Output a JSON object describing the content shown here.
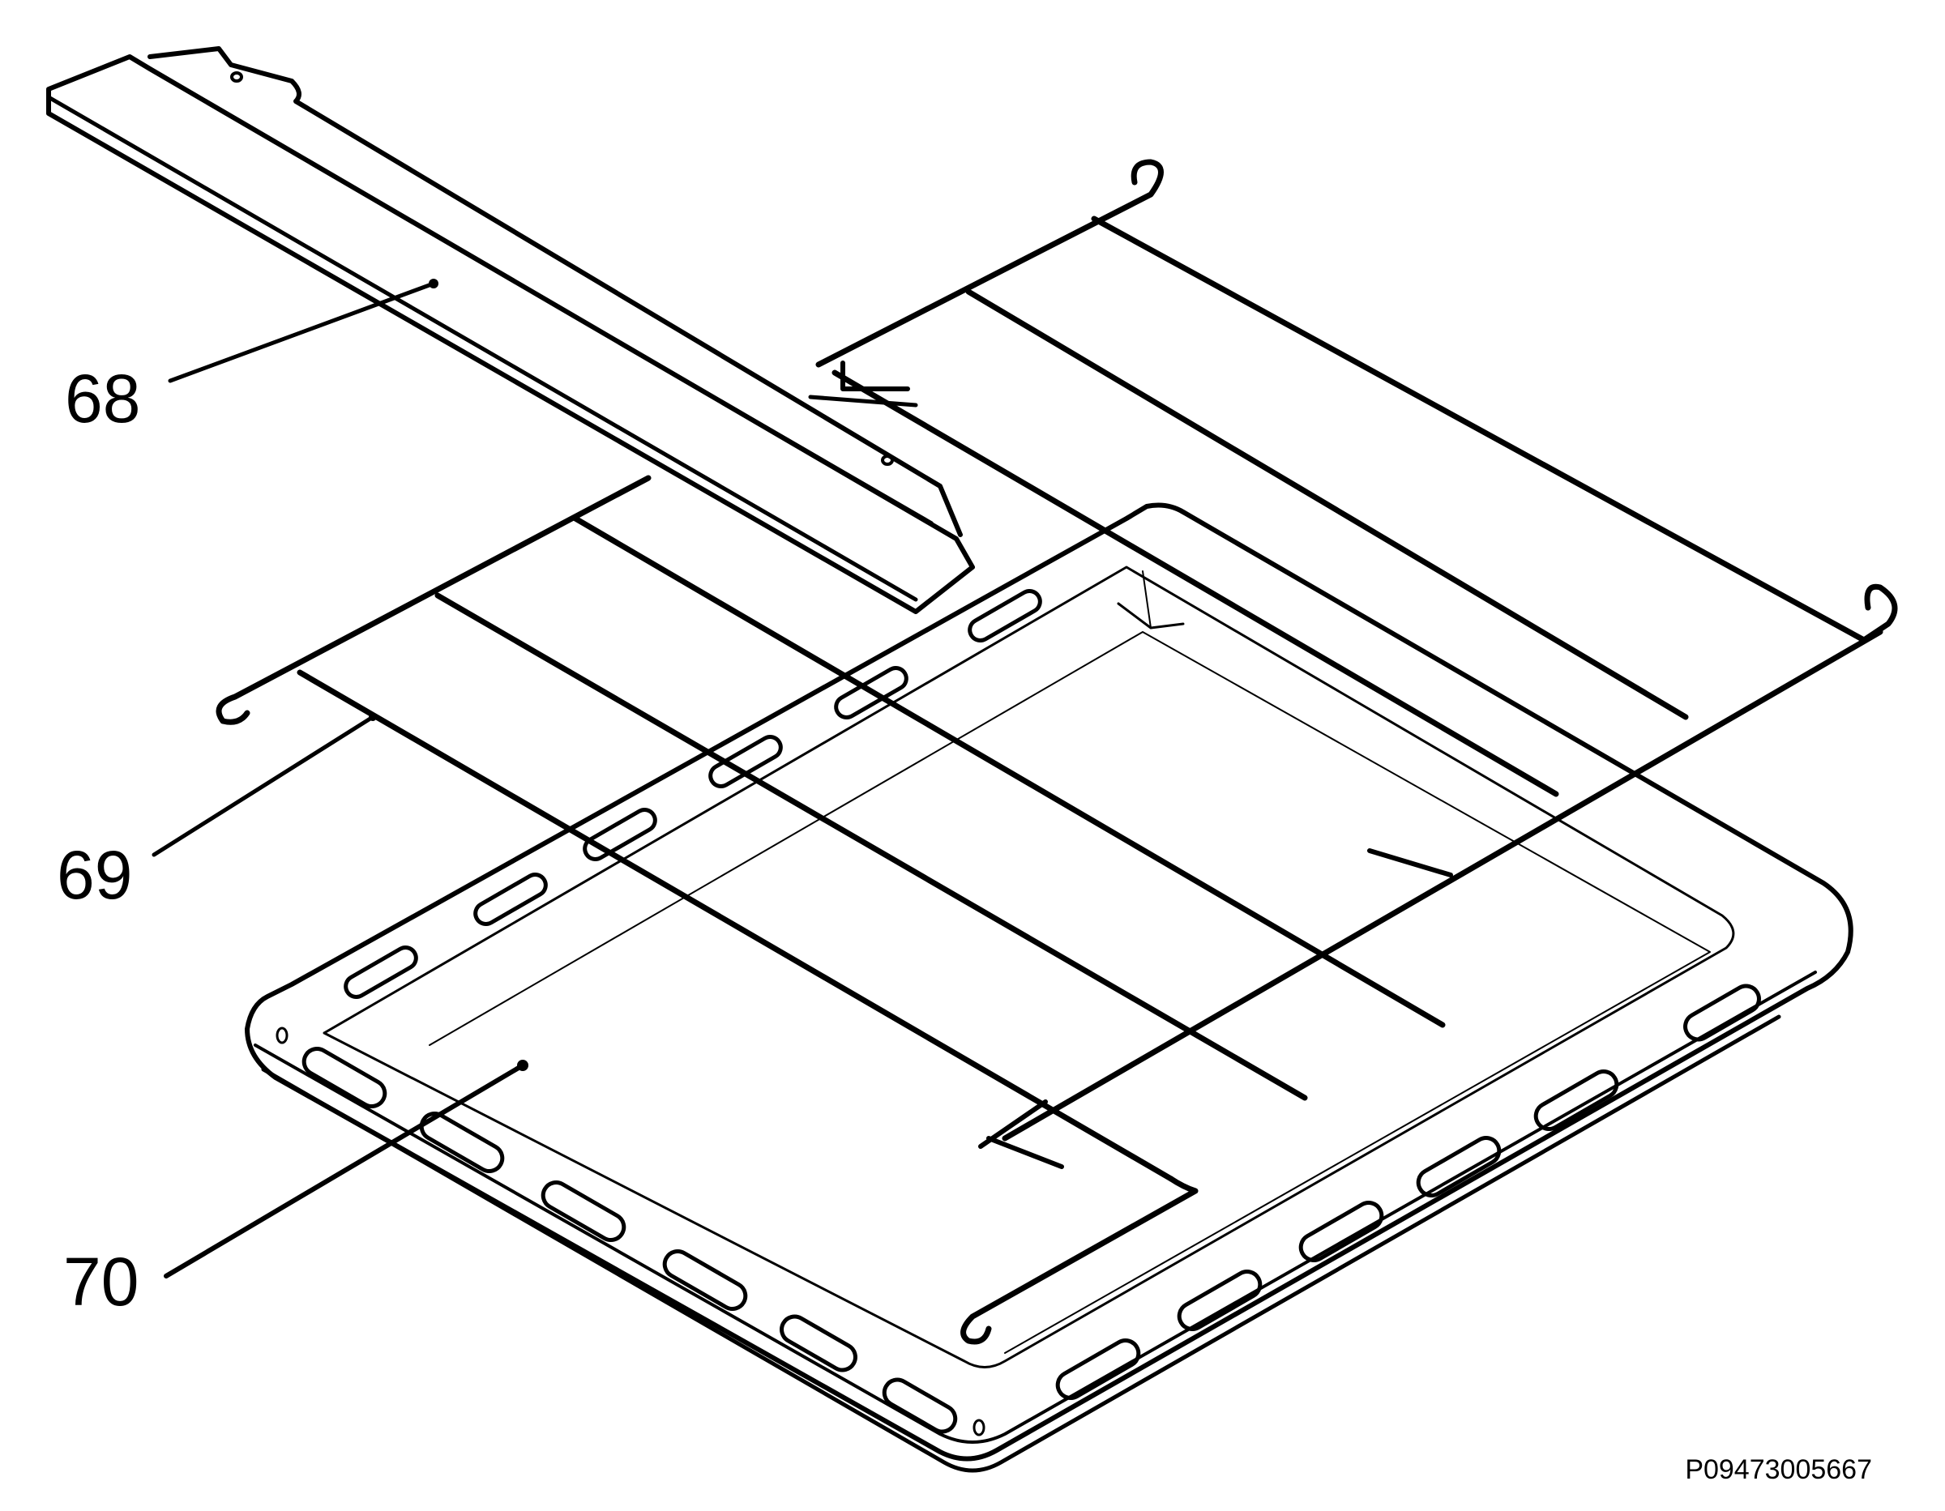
{
  "callouts": [
    {
      "id": "68",
      "label": "68"
    },
    {
      "id": "69",
      "label": "69"
    },
    {
      "id": "70",
      "label": "70"
    }
  ],
  "reference_code": "P09473005667",
  "colors": {
    "line": "#000000",
    "background": "#ffffff"
  }
}
